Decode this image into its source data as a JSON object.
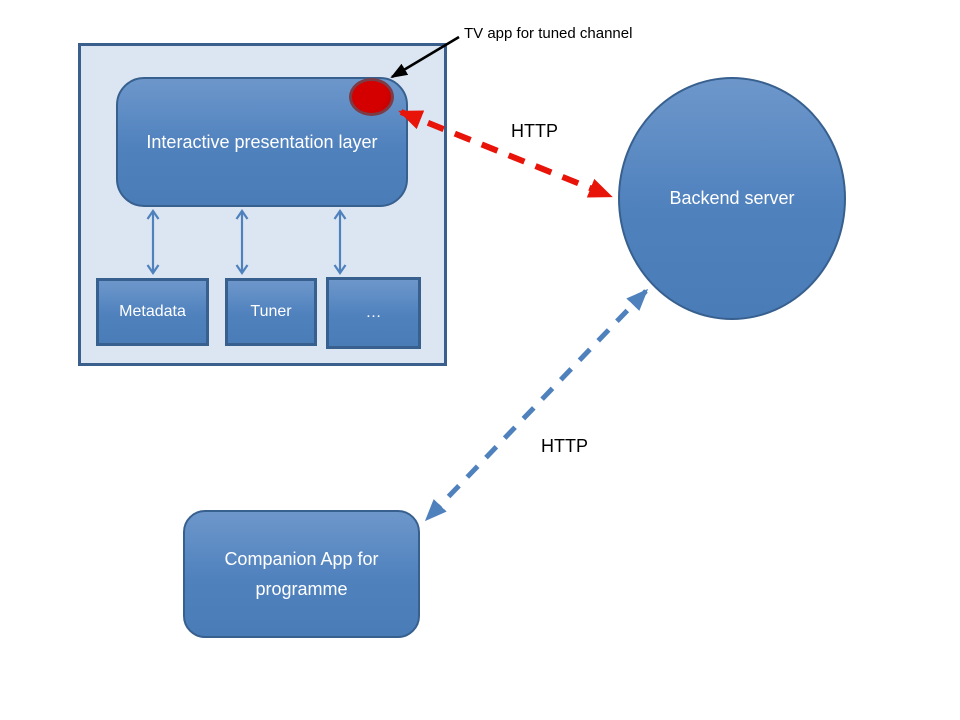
{
  "diagram": {
    "annotation_tv_app": "TV app for tuned channel",
    "http_top_label": "HTTP",
    "http_bottom_label": "HTTP",
    "tv_device": {
      "presentation_layer_label": "Interactive presentation layer",
      "modules": [
        "Metadata",
        "Tuner",
        "…"
      ]
    },
    "backend_server_label": "Backend server",
    "companion_app_label": "Companion App for programme",
    "colors": {
      "container_fill": "#dce6f2",
      "container_border": "#3a5f8c",
      "shape_fill": "#4f81bd",
      "shape_border": "#38608f",
      "shape_text": "#ffffff",
      "tv_app_dot_fill": "#cc0000",
      "tv_app_dot_border": "#7d3b45",
      "red_arrow": "#e81309",
      "blue_arrow": "#4f81bd",
      "black_arrow": "#000000",
      "annotation_text": "#000000"
    }
  }
}
